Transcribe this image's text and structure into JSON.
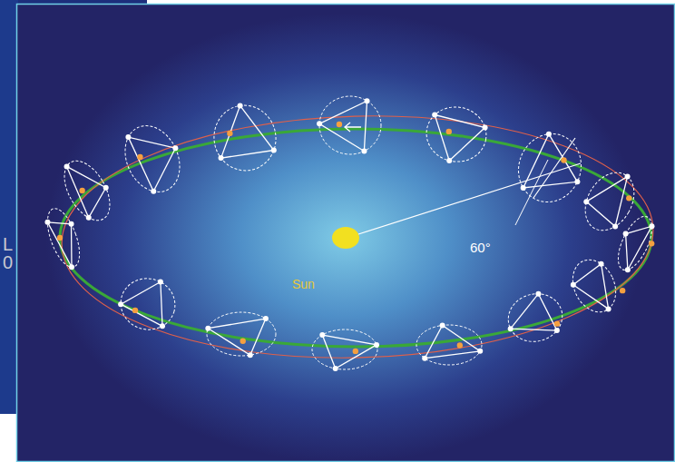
{
  "diagram": {
    "labels": [
      "Sun",
      "60°",
      "L",
      "0"
    ]
  }
}
